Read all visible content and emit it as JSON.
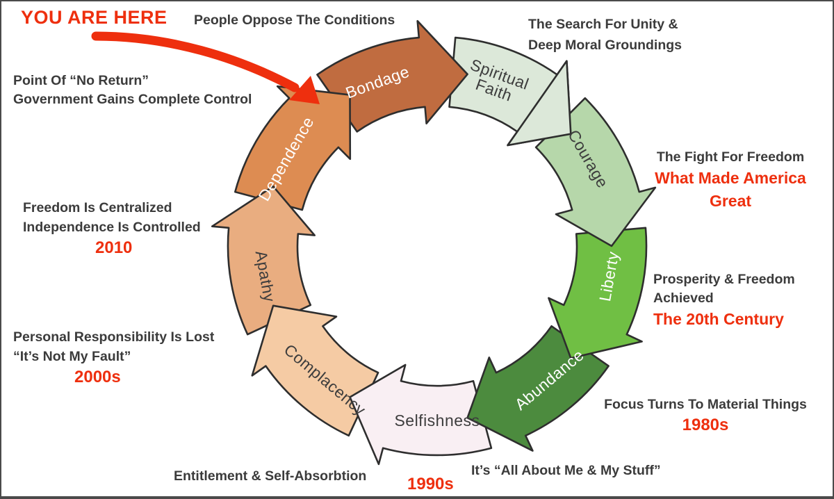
{
  "title": "Cycle of Democracy diagram",
  "colors": {
    "ink": "#3b3b3b",
    "red": "#ee2f0e",
    "outline": "#2e2e2e",
    "background": "#ffffff"
  },
  "ring": {
    "segments": [
      {
        "label": "Bondage",
        "start": -35,
        "end": 5,
        "fill": "#c06c40",
        "text_color": "#ffffff"
      },
      {
        "label": "Spiritual\nFaith",
        "start": 5,
        "end": 45,
        "fill": "#dce8d9",
        "text_color": "#3d3d3d"
      },
      {
        "label": "Courage",
        "start": 45,
        "end": 85,
        "fill": "#b6d7aa",
        "text_color": "#3d3d3d"
      },
      {
        "label": "Liberty",
        "start": 85,
        "end": 125,
        "fill": "#70bf44",
        "text_color": "#ffffff"
      },
      {
        "label": "Abundance",
        "start": 125,
        "end": 165,
        "fill": "#4c8b3e",
        "text_color": "#ffffff"
      },
      {
        "label": "Selfishness",
        "start": 165,
        "end": 205,
        "fill": "#f9eff3",
        "text_color": "#3d3d3d"
      },
      {
        "label": "Complacency",
        "start": 205,
        "end": 245,
        "fill": "#f5cba4",
        "text_color": "#3d3d3d"
      },
      {
        "label": "Apathy",
        "start": 245,
        "end": 285,
        "fill": "#e9ad80",
        "text_color": "#3d3d3d"
      },
      {
        "label": "Dependence",
        "start": 285,
        "end": 325,
        "fill": "#dd8c52",
        "text_color": "#ffffff"
      }
    ]
  },
  "annotations": {
    "you_are_here": {
      "text": "YOU ARE HERE"
    },
    "people_oppose": {
      "text": "People Oppose The Conditions"
    },
    "search_unity": {
      "lines": [
        "The Search For Unity &",
        "Deep Moral Groundings"
      ]
    },
    "fight_freedom": {
      "lines": [
        "The Fight For Freedom",
        "What Made America",
        "Great"
      ]
    },
    "prosperity": {
      "lines": [
        "Prosperity & Freedom",
        "Achieved",
        "The 20th Century"
      ]
    },
    "focus_material": {
      "lines": [
        "Focus Turns To Material Things",
        "1980s"
      ]
    },
    "all_about": {
      "text": "It’s “All About Me & My Stuff”"
    },
    "y1990s": {
      "text": "1990s"
    },
    "entitlement": {
      "text": "Entitlement & Self-Absorbtion"
    },
    "personal": {
      "lines": [
        "Personal Responsibility Is Lost",
        "“It’s Not My Fault”",
        "2000s"
      ]
    },
    "freedom_central": {
      "lines": [
        "Freedom Is Centralized",
        "Independence Is Controlled",
        "2010"
      ]
    },
    "point_no_return": {
      "lines": [
        "Point Of “No Return”",
        "Government Gains Complete Control"
      ]
    }
  }
}
